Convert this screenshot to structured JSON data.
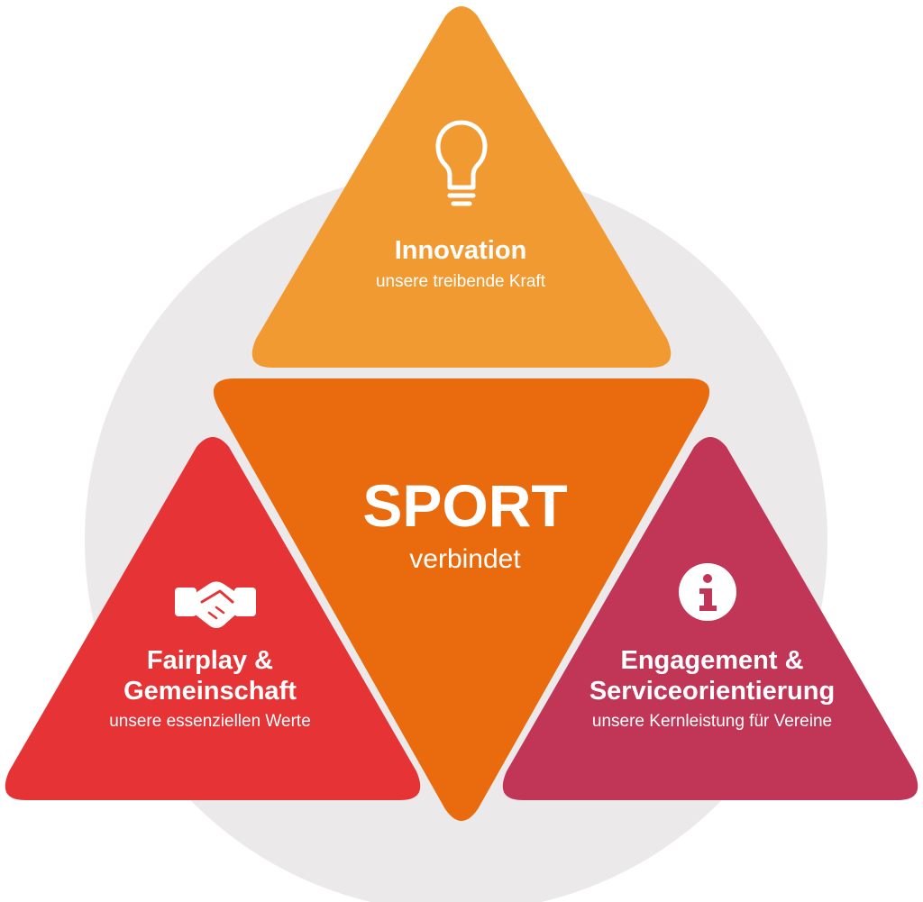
{
  "colors": {
    "background_circle": "#ebe9ea",
    "innovation": "#f19a32",
    "center": "#ea6a0e",
    "fairplay": "#e63335",
    "engagement": "#c13556",
    "text": "#ffffff"
  },
  "center": {
    "title": "SPORT",
    "subtitle": "verbindet"
  },
  "top": {
    "icon": "lightbulb-icon",
    "title": "Innovation",
    "subtitle": "unsere treibende Kraft"
  },
  "left": {
    "icon": "handshake-icon",
    "title_line1": "Fairplay &",
    "title_line2": "Gemeinschaft",
    "subtitle": "unsere essenziellen Werte"
  },
  "right": {
    "icon": "info-icon",
    "title_line1": "Engagement &",
    "title_line2": "Serviceorientierung",
    "subtitle": "unsere Kernleistung für Vereine"
  }
}
